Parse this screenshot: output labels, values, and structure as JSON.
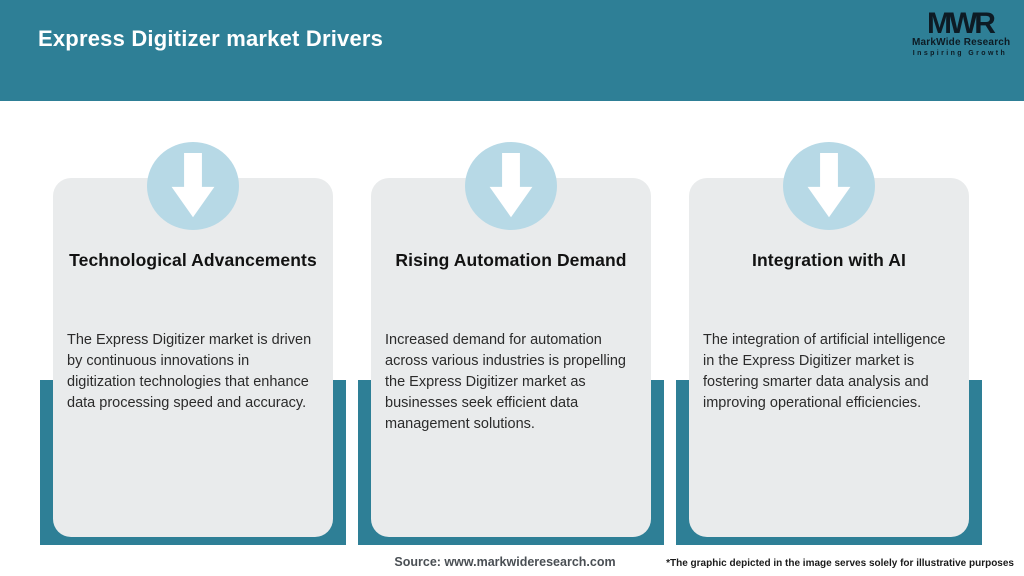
{
  "header": {
    "title": "Express Digitizer market Drivers",
    "logo": {
      "acronym": "MWR",
      "name": "MarkWide Research",
      "tagline": "Inspiring Growth"
    }
  },
  "cards": [
    {
      "icon": "down-arrow-icon",
      "title": "Technological Advancements",
      "body": "The Express Digitizer market is driven by continuous innovations in digitization technologies that enhance data processing speed and accuracy."
    },
    {
      "icon": "down-arrow-icon",
      "title": "Rising Automation Demand",
      "body": "Increased demand for automation across various industries is propelling the Express Digitizer market as businesses seek efficient data management solutions."
    },
    {
      "icon": "down-arrow-icon",
      "title": "Integration with AI",
      "body": "The integration of artificial intelligence in the Express Digitizer market is fostering smarter data analysis and improving operational efficiencies."
    }
  ],
  "footer": {
    "source": "Source: www.markwideresearch.com",
    "disclaimer": "*The graphic depicted in the image serves solely for illustrative purposes"
  },
  "colors": {
    "header_teal": "#2e7f96",
    "band_teal": "#2e7f96",
    "card_gray": "#e9ebec",
    "circle_blue": "#b7d9e6",
    "arrow_white": "#ffffff",
    "title_text": "#ffffff",
    "logo_text": "#0d1b24"
  }
}
